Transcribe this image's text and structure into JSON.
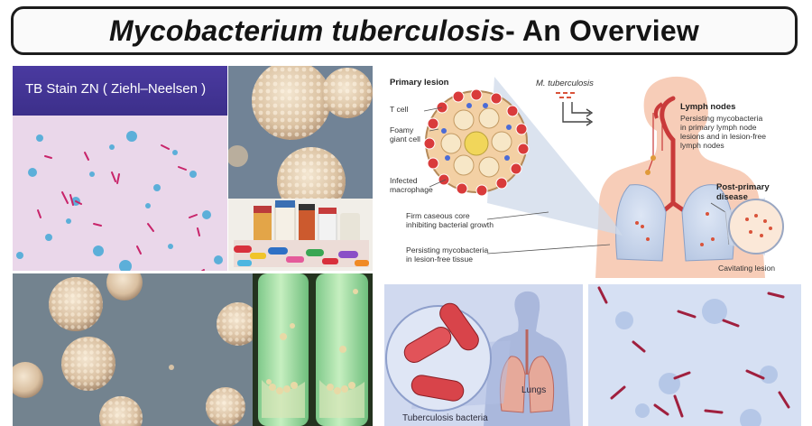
{
  "title": {
    "italic": "Mycobacterium tuberculosis",
    "rest": "- An Overview"
  },
  "zn_panel": {
    "heading": "TB Stain ZN ( Ziehl–Neelsen )"
  },
  "diagram": {
    "primary_lesion": "Primary lesion",
    "organism": "M. tuberculosis",
    "t_cell": "T cell",
    "foamy_line1": "Foamy",
    "foamy_line2": "giant cell",
    "infected_line1": "Infected",
    "infected_line2": "macrophage",
    "firm_line1": "Firm caseous core",
    "firm_line2": "inhibiting bacterial growth",
    "persist_line1": "Persisting mycobacteria",
    "persist_line2": "in lesion-free tissue",
    "lymph_title": "Lymph nodes",
    "lymph_line1": "Persisting mycobacteria",
    "lymph_line2": "in primary lymph node",
    "lymph_line3": "lesions and in lesion-free",
    "lymph_line4": "lymph nodes",
    "post_line1": "Post-primary",
    "post_line2": "disease",
    "cavitating": "Cavitating lesion"
  },
  "lungs_panel": {
    "lungs_label": "Lungs",
    "bacteria_label": "Tuberculosis bacteria"
  },
  "colors": {
    "stain_pink": "#e9d6ea",
    "stain_header": "#3c2f8a",
    "rod_red": "#c2185b",
    "blue_spot": "#3fa9d8",
    "colony_cream": "#e7d6bf",
    "diagram_body": "#f6c8b4",
    "lung_blue": "#c9d8ee"
  }
}
